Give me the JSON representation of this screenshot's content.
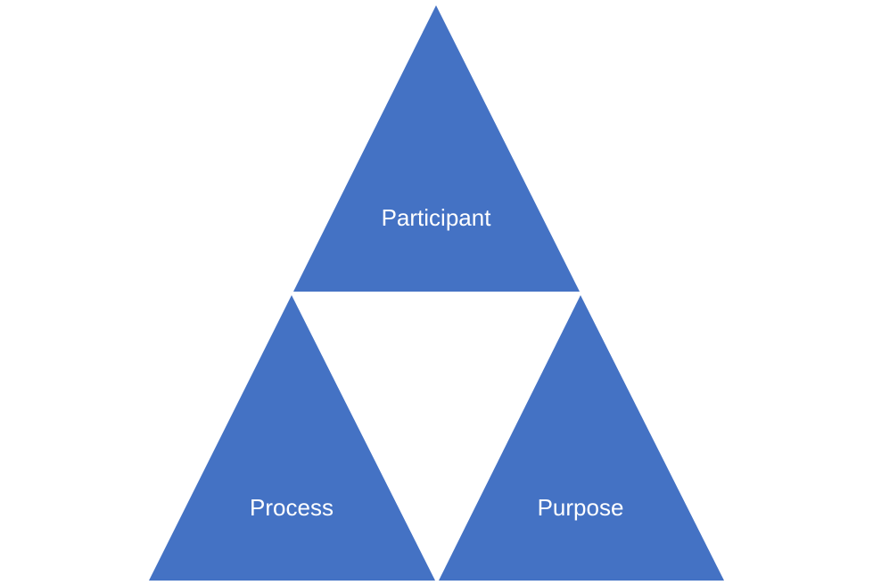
{
  "diagram": {
    "fill_color": "#4472C4",
    "text_color": "#ffffff",
    "background": "#ffffff",
    "triangles": {
      "top": {
        "label": "Participant"
      },
      "bottom_left": {
        "label": "Process"
      },
      "bottom_right": {
        "label": "Purpose"
      }
    }
  }
}
